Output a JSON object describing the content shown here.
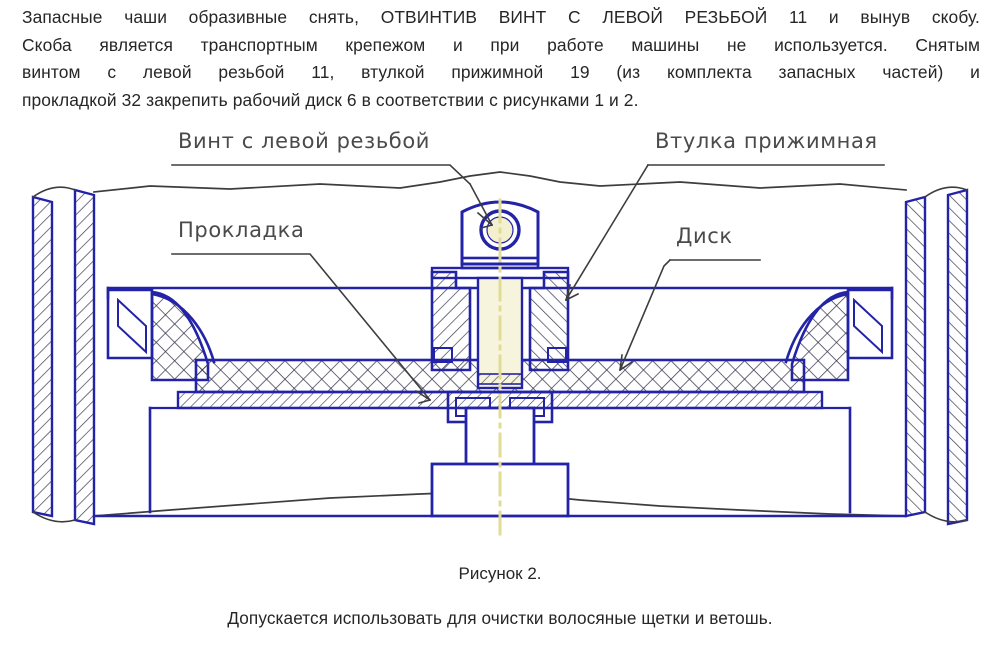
{
  "document": {
    "paragraph_lines": [
      "Запасные чаши образивные снять, ОТВИНТИВ ВИНТ С ЛЕВОЙ РЕЗЬБОЙ 11 и вынув скобу.",
      "Скоба является транспортным крепежом и при работе машины не используется. Снятым",
      "винтом с левой резьбой 11, втулкой прижимной 19 (из комплекта запасных частей) и",
      "прокладкой 32 закрепить рабочий диск 6 в соответствии с рисунками 1 и 2."
    ],
    "figure_caption": "Рисунок 2.",
    "closing_note": "Допускается использовать для очистки волосяные щетки и ветошь."
  },
  "figure": {
    "callouts": [
      {
        "id": "screw",
        "label": "Винт с левой резьбой"
      },
      {
        "id": "gasket",
        "label": "Прокладка"
      },
      {
        "id": "bushing",
        "label": "Втулка прижимная"
      },
      {
        "id": "disk",
        "label": "Диск"
      }
    ]
  },
  "colors": {
    "line_blue": "#2323a8",
    "hatch_gray": "#3a3a52",
    "leader_gray": "#3d3d3d",
    "centerline_yellow": "#e8e4a0",
    "text_dark": "#262626",
    "label_gray": "#4a4a4a",
    "background": "#ffffff"
  }
}
